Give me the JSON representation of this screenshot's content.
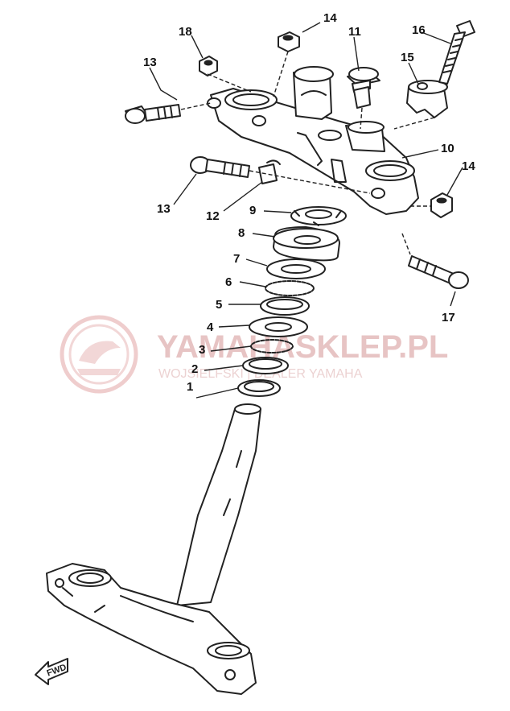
{
  "diagram": {
    "part_numbers": [
      "1",
      "2",
      "3",
      "4",
      "5",
      "6",
      "7",
      "8",
      "9",
      "10",
      "11",
      "12",
      "13",
      "13",
      "14",
      "14",
      "15",
      "16",
      "17",
      "18"
    ],
    "direction_marker": "FWD"
  },
  "watermark": {
    "brand": "YAMAHASKLEP.PL",
    "subtitle": "WOJSIELFSKI | DEALER YAMAHA",
    "color": "#e7c4c4"
  }
}
